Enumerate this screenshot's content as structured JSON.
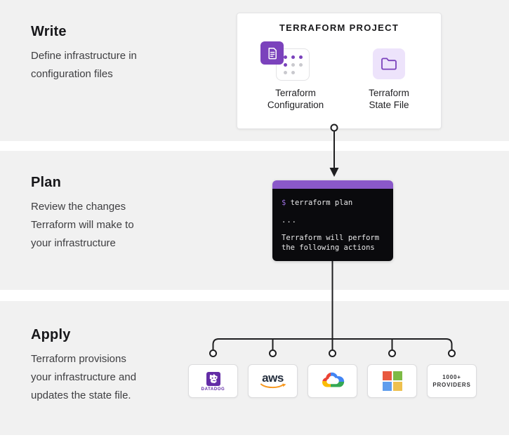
{
  "sections": [
    {
      "title": "Write",
      "lines": [
        "Define infrastructure in",
        "configuration files"
      ]
    },
    {
      "title": "Plan",
      "lines": [
        "Review the changes",
        "Terraform will make to",
        "your infrastructure"
      ]
    },
    {
      "title": "Apply",
      "lines": [
        "Terraform provisions",
        "your infrastructure and",
        "updates the state file."
      ]
    }
  ],
  "project_card": {
    "title": "TERRAFORM PROJECT",
    "config_label_lines": [
      "Terraform",
      "Configuration"
    ],
    "state_label_lines": [
      "Terraform",
      "State File"
    ]
  },
  "terminal": {
    "prompt": "$",
    "command": "terraform plan",
    "ellipsis": "...",
    "output_lines": [
      "Terraform will perform",
      "the following actions"
    ]
  },
  "providers": {
    "datadog_label": "DATADOG",
    "aws_label": "aws",
    "more_lines": [
      "1000+",
      "PROVIDERS"
    ]
  },
  "icons": {
    "config": "document-icon",
    "config_dots": "code-dots-icon",
    "state": "folder-icon",
    "provider_logos": [
      "datadog-logo",
      "aws-logo",
      "google-cloud-logo",
      "microsoft-logo"
    ]
  },
  "colors": {
    "band_gray": "#f1f1f1",
    "connector": "#1e1e20",
    "terraform_purple": "#7b42bc",
    "state_bg": "#ede3fb",
    "dot_gray": "#c9c9ce",
    "terminal_titlebar": "#8a58c9",
    "terminal_bg": "#0a0a0d",
    "terminal_prompt": "#9a6ddd",
    "datadog_purple": "#632ca6",
    "aws_navy": "#252f3e",
    "aws_orange": "#f7981f",
    "gcp_blue": "#4285f4",
    "gcp_red": "#ea4335",
    "gcp_yellow": "#fbbc05",
    "gcp_green": "#34a853",
    "ms_red": "#e8593f",
    "ms_green": "#7dba45",
    "ms_blue": "#5f9ded",
    "ms_yellow": "#eec04d"
  }
}
